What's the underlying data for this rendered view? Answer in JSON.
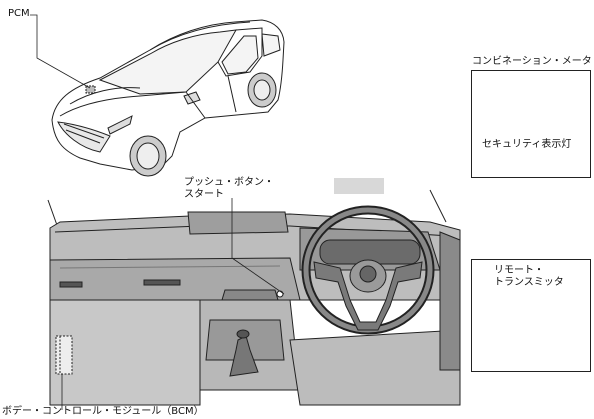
{
  "labels": {
    "pcm": "PCM",
    "push_button_line1": "プッシュ・ボタン・",
    "push_button_line2": "スタート",
    "bcm": "ボデー・コントロール・モジュール（BCM）",
    "combination_meter": "コンビネーション・メータ",
    "security_indicator": "セキュリティ表示灯",
    "remote_line1": "リモート・",
    "remote_line2": "トランスミッタ"
  },
  "icons": {
    "security": "car-with-padlock-icon"
  }
}
